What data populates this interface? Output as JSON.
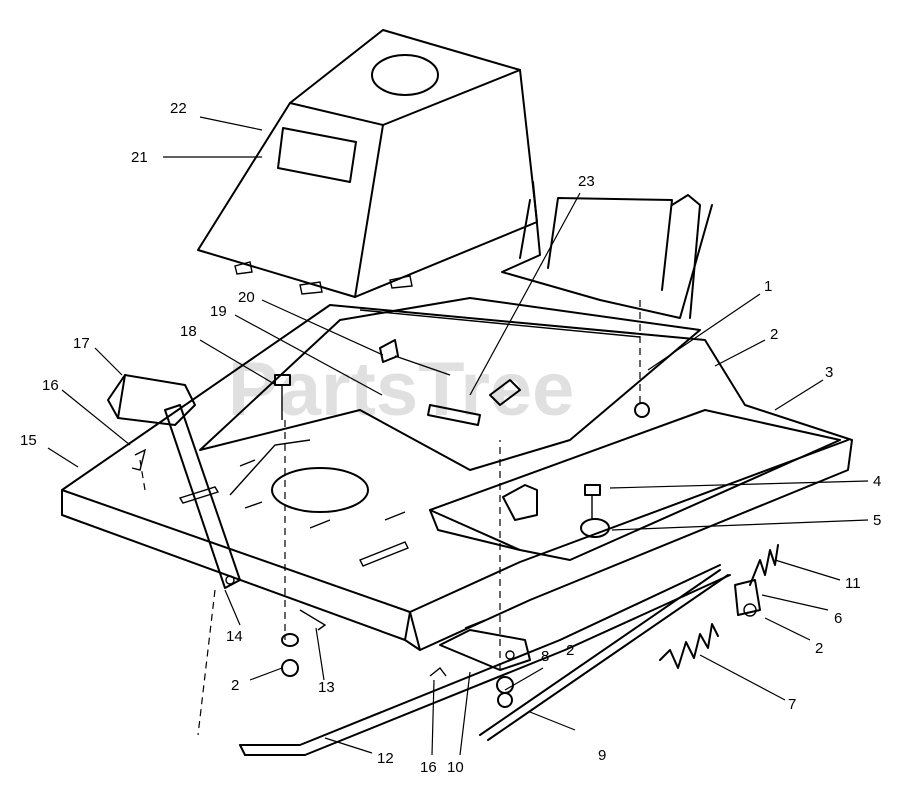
{
  "watermark": "PartsTree",
  "callouts": {
    "c1": "1",
    "c2a": "2",
    "c2b": "2",
    "c2c": "2",
    "c2d": "2",
    "c3": "3",
    "c4": "4",
    "c5": "5",
    "c6": "6",
    "c7": "7",
    "c8": "8",
    "c9": "9",
    "c10": "10",
    "c11": "11",
    "c12": "12",
    "c13": "13",
    "c14": "14",
    "c15": "15",
    "c16a": "16",
    "c16b": "16",
    "c17": "17",
    "c18": "18",
    "c19": "19",
    "c20": "20",
    "c21": "21",
    "c22": "22",
    "c23": "23"
  }
}
